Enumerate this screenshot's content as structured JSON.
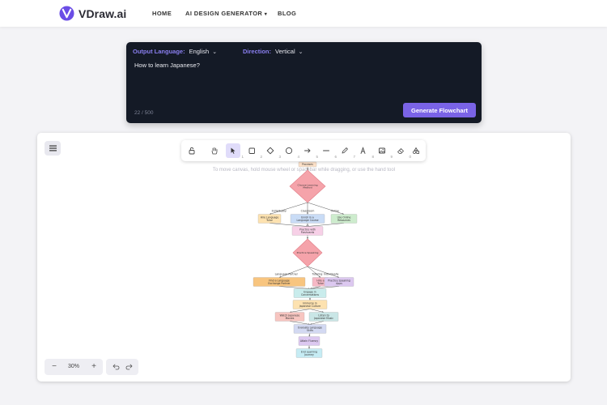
{
  "brand": {
    "name": "VDraw.ai",
    "logo_icon": "v-logo-icon",
    "accent": "#6b4de6"
  },
  "nav": {
    "items": [
      {
        "label": "HOME"
      },
      {
        "label": "AI DESIGN GENERATOR",
        "has_dropdown": true
      },
      {
        "label": "BLOG"
      }
    ]
  },
  "prompt": {
    "output_language_label": "Output Language:",
    "output_language_value": "English",
    "direction_label": "Direction:",
    "direction_value": "Vertical",
    "input_value": "How to learn Japanese?",
    "char_count": "22 / 500",
    "generate_label": "Generate Flowchart",
    "panel_color": "#141a26",
    "button_color": "#7a63e6"
  },
  "canvas": {
    "hint": "To move canvas, hold mouse wheel or spacebar while dragging, or use the hand tool",
    "zoom_level": "30%",
    "toolbar": [
      {
        "name": "lock-tool",
        "icon": "lock-icon"
      },
      {
        "name": "hand-tool",
        "icon": "hand-icon"
      },
      {
        "name": "selection-tool",
        "icon": "pointer-icon",
        "key": "1",
        "active": true
      },
      {
        "name": "rectangle-tool",
        "icon": "square-icon",
        "key": "2"
      },
      {
        "name": "diamond-tool",
        "icon": "diamond-icon",
        "key": "3"
      },
      {
        "name": "ellipse-tool",
        "icon": "circle-icon",
        "key": "4"
      },
      {
        "name": "arrow-tool",
        "icon": "arrow-icon",
        "key": "5"
      },
      {
        "name": "line-tool",
        "icon": "line-icon",
        "key": "6"
      },
      {
        "name": "draw-tool",
        "icon": "pencil-icon",
        "key": "7"
      },
      {
        "name": "text-tool",
        "icon": "text-icon",
        "key": "8"
      },
      {
        "name": "image-tool",
        "icon": "image-icon",
        "key": "9"
      },
      {
        "name": "eraser-tool",
        "icon": "eraser-icon",
        "key": "0"
      },
      {
        "name": "more-tools",
        "icon": "shapes-icon"
      }
    ]
  },
  "flowchart": {
    "nodes": [
      {
        "id": "top",
        "shape": "rect",
        "label": "Proceses",
        "color": "#fde2c9"
      },
      {
        "id": "d1",
        "shape": "diamond",
        "label": "Choose Learning Method",
        "color": "#f5a3aa"
      },
      {
        "id": "a1",
        "shape": "rect",
        "label": "Hire Language Tutor",
        "color": "#fde2b0"
      },
      {
        "id": "a2",
        "shape": "rect",
        "label": "Enroll in a Language Course",
        "color": "#c9dcf6"
      },
      {
        "id": "a3",
        "shape": "rect",
        "label": "Use Online Resources",
        "color": "#cdeccd"
      },
      {
        "id": "p1",
        "shape": "rect",
        "label": "Practice with Flashcards",
        "color": "#f7d0e7"
      },
      {
        "id": "d2",
        "shape": "diamond",
        "label": "Practice Speaking",
        "color": "#f5a3aa"
      },
      {
        "id": "b1",
        "shape": "rect",
        "label": "Find a Language Exchange Partner",
        "color": "#f8c57f"
      },
      {
        "id": "b2",
        "shape": "rect",
        "label": "Hire a Tutor",
        "color": "#f6b8c5"
      },
      {
        "id": "b3",
        "shape": "rect",
        "label": "Practice Speaking Apps",
        "color": "#dcc8f0"
      },
      {
        "id": "e1",
        "shape": "rect",
        "label": "Engage in Conversations",
        "color": "#c9ecec"
      },
      {
        "id": "c1",
        "shape": "rect",
        "label": "Immerse in Japanese Culture",
        "color": "#fde2b0"
      },
      {
        "id": "c2",
        "shape": "rect",
        "label": "Watch Japanese Movies",
        "color": "#f7c5c0"
      },
      {
        "id": "c3",
        "shape": "rect",
        "label": "Listen to Japanese Music",
        "color": "#c9e6e6"
      },
      {
        "id": "f1",
        "shape": "rect",
        "label": "Evaluate Language Skills",
        "color": "#d3d9f2"
      },
      {
        "id": "f2",
        "shape": "rect",
        "label": "Attain Fluency",
        "color": "#dcc8f0"
      },
      {
        "id": "f3",
        "shape": "rect",
        "label": "End Learning Journey",
        "color": "#c6ecf4"
      }
    ],
    "edge_labels": [
      {
        "from": "d1",
        "to": "a1",
        "label": "Individually"
      },
      {
        "from": "d1",
        "to": "a2",
        "label": "Classroom"
      },
      {
        "from": "d1",
        "to": "a3",
        "label": "Online"
      },
      {
        "from": "d2",
        "to": "b1",
        "label": "Language Partner"
      },
      {
        "from": "d2",
        "to": "b2",
        "label": "Tutoring"
      },
      {
        "from": "d2",
        "to": "b3",
        "label": "Individually"
      }
    ]
  }
}
